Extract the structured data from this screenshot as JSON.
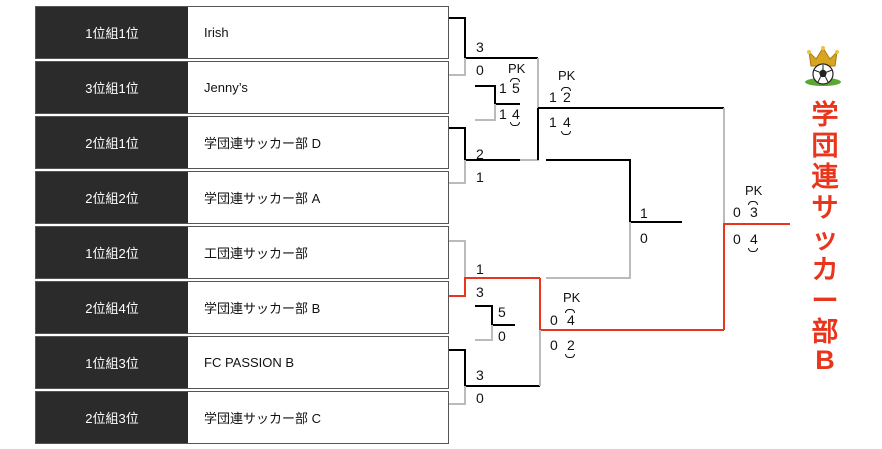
{
  "teams": [
    {
      "seed": "1位組1位",
      "name": "Irish"
    },
    {
      "seed": "3位組1位",
      "name": "Jenny’s"
    },
    {
      "seed": "2位組1位",
      "name": "学団連サッカー部 D"
    },
    {
      "seed": "2位組2位",
      "name": "学団連サッカー部 A"
    },
    {
      "seed": "1位組2位",
      "name": "工団連サッカー部"
    },
    {
      "seed": "2位組4位",
      "name": "学団連サッカー部 B"
    },
    {
      "seed": "1位組3位",
      "name": "FC PASSION B"
    },
    {
      "seed": "2位組3位",
      "name": "学団連サッカー部 C"
    }
  ],
  "round1": [
    {
      "top": "3",
      "bottom": "0"
    },
    {
      "top": "2",
      "bottom": "1"
    },
    {
      "top": "1",
      "bottom": "3"
    },
    {
      "top": "3",
      "bottom": "0"
    }
  ],
  "round2": [
    {
      "pk": "PK",
      "top": "1",
      "top_pk": "5",
      "bottom": "1",
      "bottom_pk": "4"
    },
    {
      "top": "5",
      "bottom": "0"
    }
  ],
  "semifinal_top": {
    "pk": "PK",
    "top": "1",
    "top_pk": "2",
    "bottom": "1",
    "bottom_pk": "4"
  },
  "semifinal_mid": {
    "top": "1",
    "bottom": "0"
  },
  "semifinal_bottom": {
    "pk": "PK",
    "top": "0",
    "top_pk": "4",
    "bottom": "0",
    "bottom_pk": "2"
  },
  "final": {
    "pk": "PK",
    "top": "0",
    "top_pk": "3",
    "bottom": "0",
    "bottom_pk": "4"
  },
  "champion": {
    "name": "学団連サッカー部",
    "letter": "B"
  },
  "colors": {
    "winner_line": "#000000",
    "loser_line": "#bbbbbb",
    "champion_line": "#e8351c"
  }
}
